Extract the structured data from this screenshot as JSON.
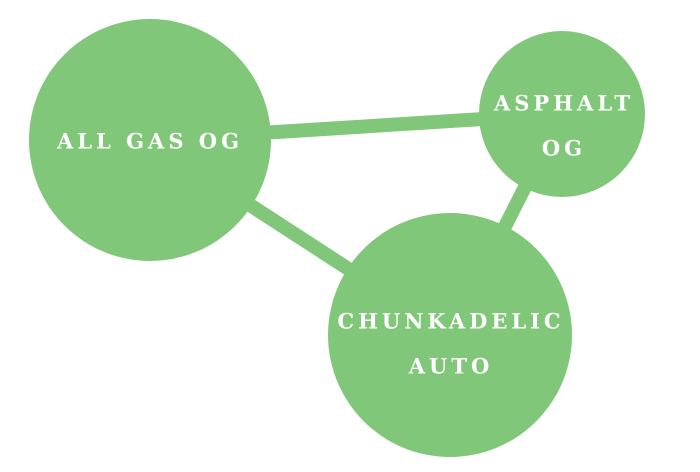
{
  "diagram": {
    "node_color": "#80c77a",
    "edge_color": "#80c77a",
    "text_color": "#ffffff",
    "nodes": [
      {
        "id": "all-gas-og",
        "lines": [
          "ALL GAS OG"
        ]
      },
      {
        "id": "asphalt-og",
        "lines": [
          "ASPHALT",
          "OG"
        ]
      },
      {
        "id": "chunkadelic-auto",
        "lines": [
          "CHUNKADELIC",
          "AUTO"
        ]
      }
    ],
    "edges": [
      {
        "from": "all-gas-og",
        "to": "asphalt-og"
      },
      {
        "from": "all-gas-og",
        "to": "chunkadelic-auto"
      },
      {
        "from": "asphalt-og",
        "to": "chunkadelic-auto"
      }
    ]
  }
}
